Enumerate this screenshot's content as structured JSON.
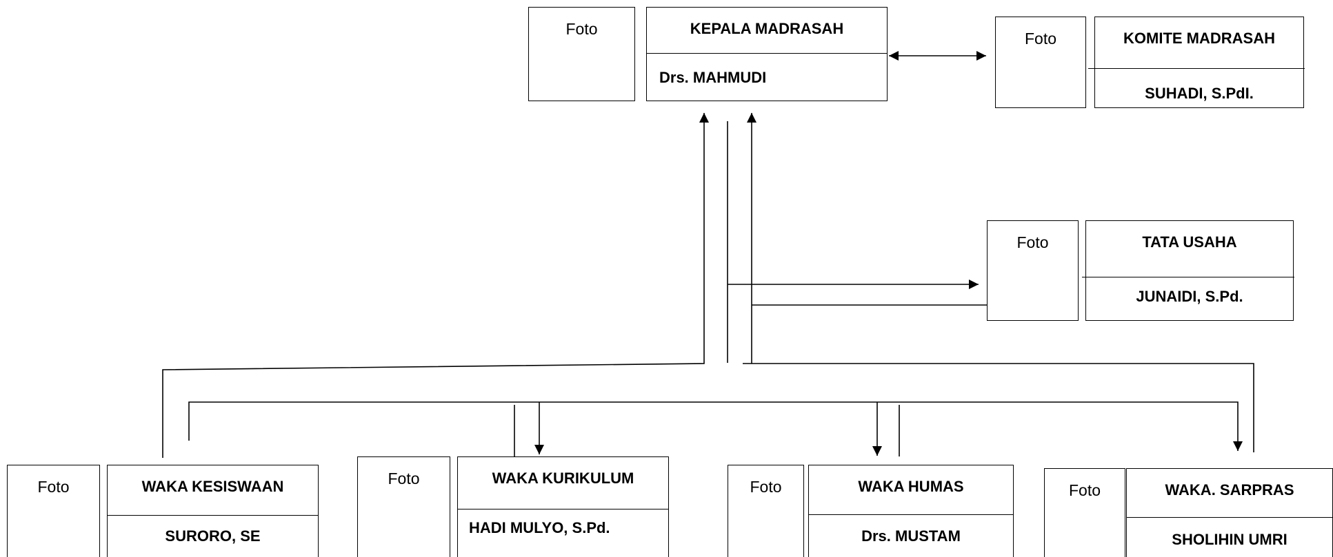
{
  "photo_label": "Foto",
  "head": {
    "title": "KEPALA MADRASAH",
    "name": "Drs. MAHMUDI"
  },
  "committee": {
    "title": "KOMITE MADRASAH",
    "name": "SUHADI, S.PdI."
  },
  "admin": {
    "title": "TATA USAHA",
    "name": "JUNAIDI, S.Pd."
  },
  "vice_student": {
    "title": "WAKA KESISWAAN",
    "name": "SURORO, SE"
  },
  "vice_curriculum": {
    "title": "WAKA KURIKULUM",
    "name": "HADI MULYO, S.Pd."
  },
  "vice_public": {
    "title": "WAKA  HUMAS",
    "name": "Drs. MUSTAM"
  },
  "vice_facilities": {
    "title": "WAKA. SARPRAS",
    "name": "SHOLIHIN UMRI"
  },
  "colors": {
    "stroke": "#000000",
    "background": "#ffffff"
  }
}
